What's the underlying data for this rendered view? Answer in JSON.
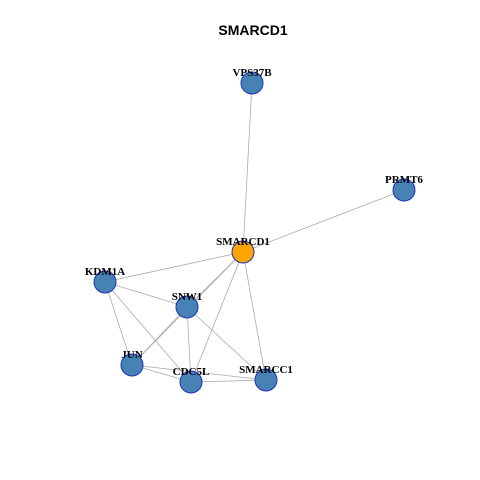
{
  "title": "SMARCD1",
  "colors": {
    "center_fill": "#FFA500",
    "node_fill": "#4682B4",
    "node_border": "#1F2FBF",
    "edge": "#AAAAAA"
  },
  "nodes": [
    {
      "id": "VPS37B",
      "label": "VPS37B",
      "role": "neighbor"
    },
    {
      "id": "PRMT6",
      "label": "PRMT6",
      "role": "neighbor"
    },
    {
      "id": "SMARCD1",
      "label": "SMARCD1",
      "role": "center"
    },
    {
      "id": "KDM1A",
      "label": "KDM1A",
      "role": "neighbor"
    },
    {
      "id": "SNW1",
      "label": "SNW1",
      "role": "neighbor"
    },
    {
      "id": "JUN",
      "label": "JUN",
      "role": "neighbor"
    },
    {
      "id": "CDC5L",
      "label": "CDC5L",
      "role": "neighbor"
    },
    {
      "id": "SMARCC1",
      "label": "SMARCC1",
      "role": "neighbor"
    }
  ],
  "edges": [
    [
      "SMARCD1",
      "VPS37B"
    ],
    [
      "SMARCD1",
      "PRMT6"
    ],
    [
      "SMARCD1",
      "KDM1A"
    ],
    [
      "SMARCD1",
      "SNW1"
    ],
    [
      "SMARCD1",
      "JUN"
    ],
    [
      "SMARCD1",
      "CDC5L"
    ],
    [
      "SMARCD1",
      "SMARCC1"
    ],
    [
      "KDM1A",
      "SNW1"
    ],
    [
      "KDM1A",
      "JUN"
    ],
    [
      "KDM1A",
      "CDC5L"
    ],
    [
      "SNW1",
      "JUN"
    ],
    [
      "SNW1",
      "CDC5L"
    ],
    [
      "SNW1",
      "SMARCC1"
    ],
    [
      "JUN",
      "CDC5L"
    ],
    [
      "JUN",
      "SMARCC1"
    ],
    [
      "CDC5L",
      "SMARCC1"
    ]
  ]
}
